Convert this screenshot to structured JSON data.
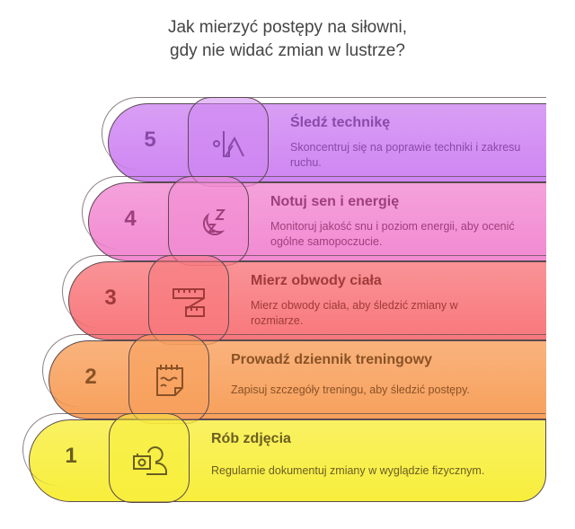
{
  "title": [
    "Jak mierzyć postępy na siłowni,",
    "gdy nie widać zmian w lustrze?"
  ],
  "steps": [
    {
      "number": "5",
      "heading": "Śledź technikę",
      "description": "Skoncentruj się na poprawie techniki i zakresu ruchu.",
      "icon": "exercise-pose-icon",
      "color": "#cf86f2",
      "text_color": "#8a4aa8"
    },
    {
      "number": "4",
      "heading": "Notuj sen i energię",
      "description": "Monitoruj jakość snu i poziom energii, aby ocenić ogólne samopoczucie.",
      "icon": "sleep-moon-icon",
      "color": "#f28ad2",
      "text_color": "#9e3f7c"
    },
    {
      "number": "3",
      "heading": "Mierz obwody ciała",
      "description": "Mierz obwody ciała, aby śledzić zmiany w rozmiarze.",
      "icon": "measuring-tape-icon",
      "color": "#f8787c",
      "text_color": "#a03a3a"
    },
    {
      "number": "2",
      "heading": "Prowadź dziennik treningowy",
      "description": "Zapisuj szczegóły treningu, aby śledzić postępy.",
      "icon": "notepad-icon",
      "color": "#f8a05c",
      "text_color": "#8a5226"
    },
    {
      "number": "1",
      "heading": "Rób zdjęcia",
      "description": "Regularnie dokumentuj zmiany w wyglądzie fizycznym.",
      "icon": "camera-person-icon",
      "color": "#f8ee3c",
      "text_color": "#6a5e22"
    }
  ]
}
